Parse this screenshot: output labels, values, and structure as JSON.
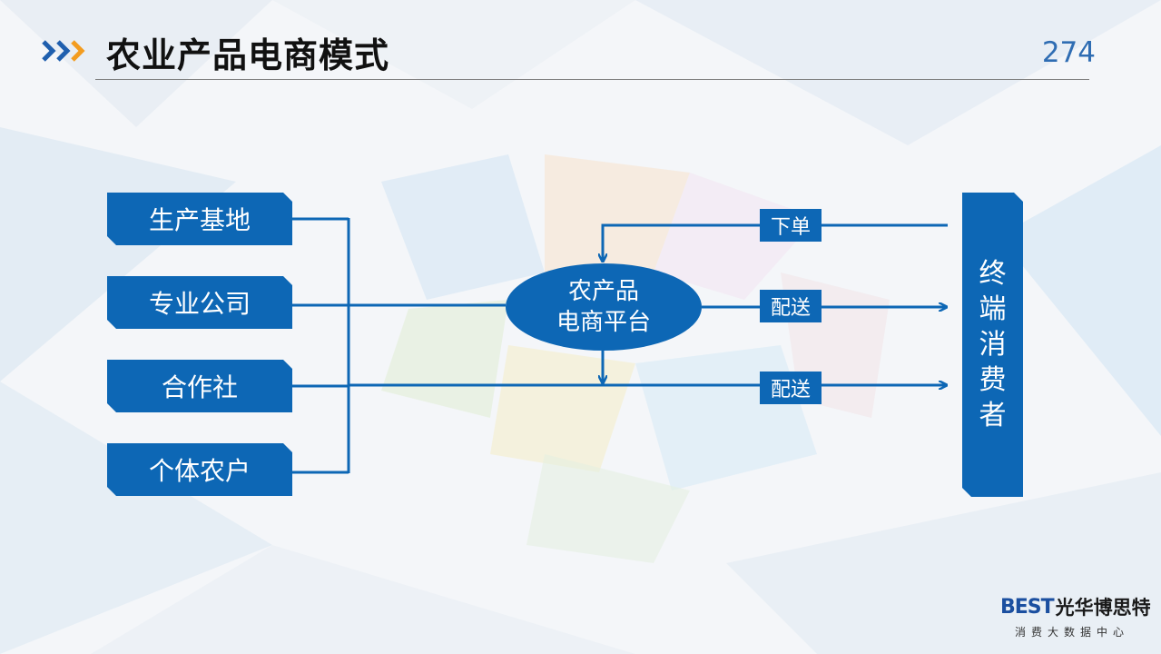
{
  "header": {
    "title": "农业产品电商模式",
    "page_number": "274"
  },
  "sources": [
    {
      "label": "生产基地"
    },
    {
      "label": "专业公司"
    },
    {
      "label": "合作社"
    },
    {
      "label": "个体农户"
    }
  ],
  "platform": {
    "line1": "农产品",
    "line2": "电商平台"
  },
  "consumer": {
    "chars": [
      "终",
      "端",
      "消",
      "费",
      "者"
    ]
  },
  "flows": {
    "order_label": "下单",
    "delivery_label_1": "配送",
    "delivery_label_2": "配送"
  },
  "logo": {
    "best": "BEST",
    "brand": "光华博思特",
    "subtitle": "消费大数据中心"
  },
  "colors": {
    "box_blue": "#0d67b5",
    "line_blue": "#0d67b5",
    "chevron_blue": "#1f5fae",
    "chevron_orange": "#f39c1f"
  }
}
